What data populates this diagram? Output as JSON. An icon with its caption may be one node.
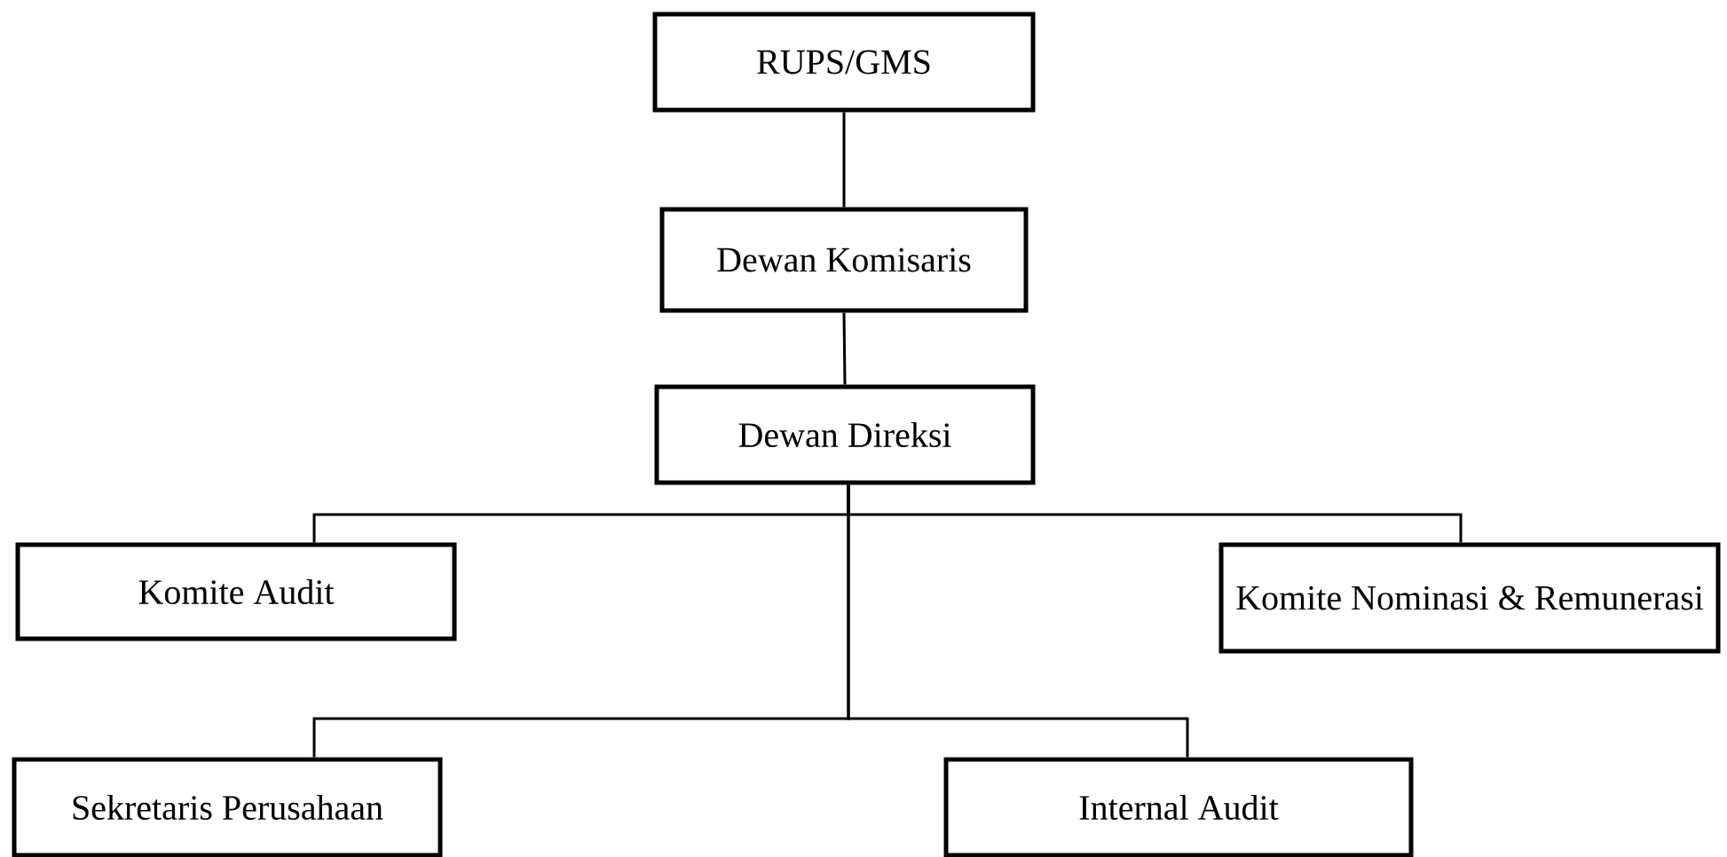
{
  "diagram": {
    "nodes": [
      {
        "text": [
          "RUPS/GMS"
        ]
      },
      {
        "text": [
          "Dewan Komisaris"
        ]
      },
      {
        "text": [
          "Dewan Direksi"
        ]
      },
      {
        "text": [
          "Komite Audit"
        ]
      },
      {
        "text": [
          "Komite Nominasi & Remunerasi"
        ]
      },
      {
        "text": [
          "Sekretaris Perusahaan"
        ]
      },
      {
        "text": [
          "Internal Audit"
        ]
      }
    ],
    "edges": [
      {
        "from": 0,
        "to": 1,
        "arrow": "none"
      },
      {
        "from": 1,
        "to": 2,
        "arrow": "none"
      },
      {
        "from": 2,
        "to": 3,
        "arrow": "none"
      },
      {
        "from": 2,
        "to": 4,
        "arrow": "none"
      },
      {
        "from": 2,
        "to": 5,
        "arrow": "none"
      },
      {
        "from": 2,
        "to": 6,
        "arrow": "none"
      }
    ]
  }
}
